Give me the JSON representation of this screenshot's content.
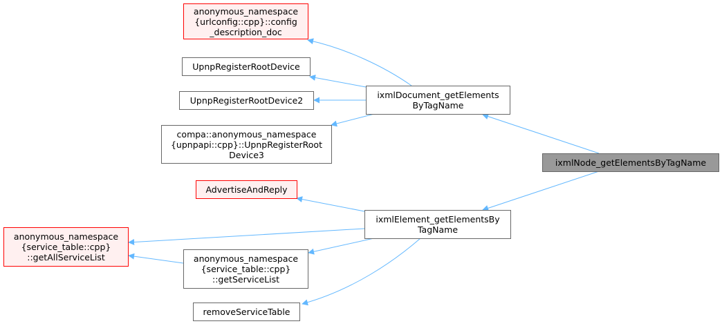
{
  "colors": {
    "edge": "#63b8ff",
    "border": "#666666",
    "missing_border": "#ff0000",
    "missing_fill": "#fff0f0",
    "current_fill": "#999999"
  },
  "nodes": {
    "config_description_doc": [
      "anonymous_namespace",
      "{urlconfig::cpp}::config",
      "_description_doc"
    ],
    "upnp_register_root_device": [
      "UpnpRegisterRootDevice"
    ],
    "upnp_register_root_device2": [
      "UpnpRegisterRootDevice2"
    ],
    "upnp_register_root_device3": [
      "compa::anonymous_namespace",
      "{upnpapi::cpp}::UpnpRegisterRoot",
      "Device3"
    ],
    "ixml_document_get_elements": [
      "ixmlDocument_getElements",
      "ByTagName"
    ],
    "ixml_node_get_elements": [
      "ixmlNode_getElementsByTagName"
    ],
    "advertise_and_reply": [
      "AdvertiseAndReply"
    ],
    "get_all_service_list": [
      "anonymous_namespace",
      "{service_table::cpp}",
      "::getAllServiceList"
    ],
    "ixml_element_get_elements": [
      "ixmlElement_getElementsBy",
      "TagName"
    ],
    "get_service_list": [
      "anonymous_namespace",
      "{service_table::cpp}",
      "::getServiceList"
    ],
    "remove_service_table": [
      "removeServiceTable"
    ]
  }
}
